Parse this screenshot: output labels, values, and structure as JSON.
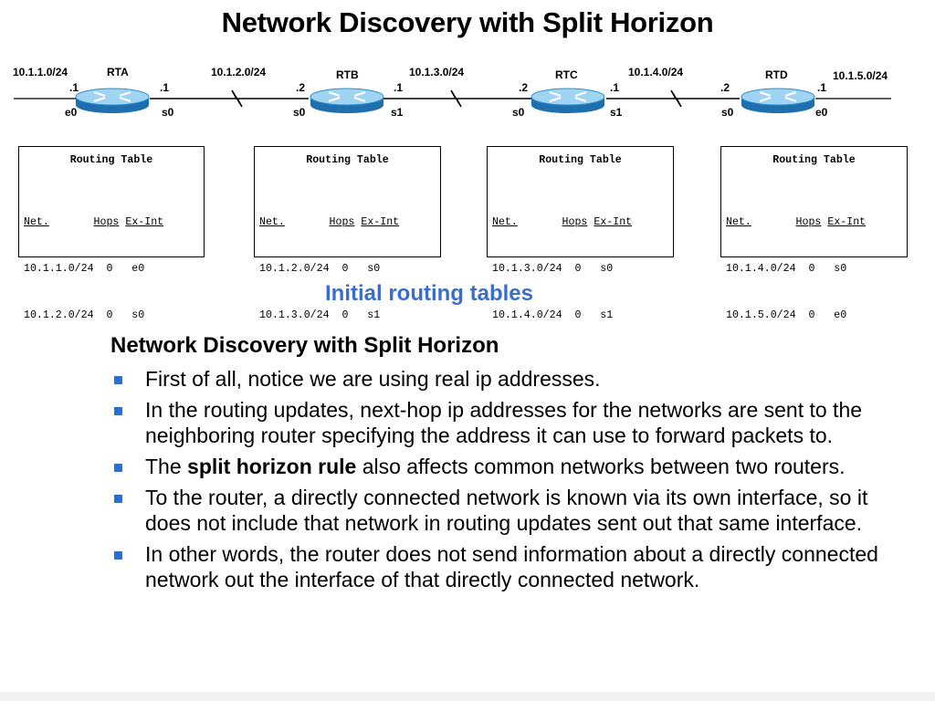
{
  "title": "Network Discovery with Split Horizon",
  "colors": {
    "caption": "#3a6ec9",
    "bullet": "#2a6fd6",
    "router_body": "#2e8fd0",
    "router_top": "#9fd4f2"
  },
  "topology": {
    "icons": [
      "router-icon",
      "serial-link-icon"
    ],
    "networks": [
      {
        "id": "net1",
        "label": "10.1.1.0/24"
      },
      {
        "id": "net2",
        "label": "10.1.2.0/24"
      },
      {
        "id": "net3",
        "label": "10.1.3.0/24"
      },
      {
        "id": "net4",
        "label": "10.1.4.0/24"
      },
      {
        "id": "net5",
        "label": "10.1.5.0/24"
      }
    ],
    "routers": [
      {
        "name": "RTA",
        "left_addr": ".1",
        "right_addr": ".1",
        "left_if": "e0",
        "right_if": "s0"
      },
      {
        "name": "RTB",
        "left_addr": ".2",
        "right_addr": ".1",
        "left_if": "s0",
        "right_if": "s1"
      },
      {
        "name": "RTC",
        "left_addr": ".2",
        "right_addr": ".1",
        "left_if": "s0",
        "right_if": "s1"
      },
      {
        "name": "RTD",
        "left_addr": ".2",
        "right_addr": ".1",
        "left_if": "s0",
        "right_if": "e0"
      }
    ]
  },
  "routing_tables": [
    {
      "title": "Routing Table",
      "headers": [
        "Net.",
        "Hops",
        "Ex-Int"
      ],
      "rows": [
        [
          "10.1.1.0/24",
          "0",
          "e0"
        ],
        [
          "10.1.2.0/24",
          "0",
          "s0"
        ]
      ]
    },
    {
      "title": "Routing Table",
      "headers": [
        "Net.",
        "Hops",
        "Ex-Int"
      ],
      "rows": [
        [
          "10.1.2.0/24",
          "0",
          "s0"
        ],
        [
          "10.1.3.0/24",
          "0",
          "s1"
        ]
      ]
    },
    {
      "title": "Routing Table",
      "headers": [
        "Net.",
        "Hops",
        "Ex-Int"
      ],
      "rows": [
        [
          "10.1.3.0/24",
          "0",
          "s0"
        ],
        [
          "10.1.4.0/24",
          "0",
          "s1"
        ]
      ]
    },
    {
      "title": "Routing Table",
      "headers": [
        "Net.",
        "Hops",
        "Ex-Int"
      ],
      "rows": [
        [
          "10.1.4.0/24",
          "0",
          "s0"
        ],
        [
          "10.1.5.0/24",
          "0",
          "e0"
        ]
      ]
    }
  ],
  "caption": "Initial routing tables",
  "section_heading": "Network Discovery with Split Horizon",
  "bullets": [
    {
      "before": "First of all, notice we are using real ip addresses.",
      "bold": "",
      "after": ""
    },
    {
      "before": "In the routing updates, next-hop ip addresses for the networks are sent to the neighboring router specifying the address it can use to forward packets to.",
      "bold": "",
      "after": ""
    },
    {
      "before": "The ",
      "bold": "split horizon rule",
      "after": " also affects common networks between two routers."
    },
    {
      "before": "To the router, a directly connected network is known via its own interface, so it does not include that network in routing updates sent out that same interface.",
      "bold": "",
      "after": ""
    },
    {
      "before": "In other words, the router does not send information about a directly connected network out the interface of that directly connected network.",
      "bold": "",
      "after": ""
    }
  ]
}
